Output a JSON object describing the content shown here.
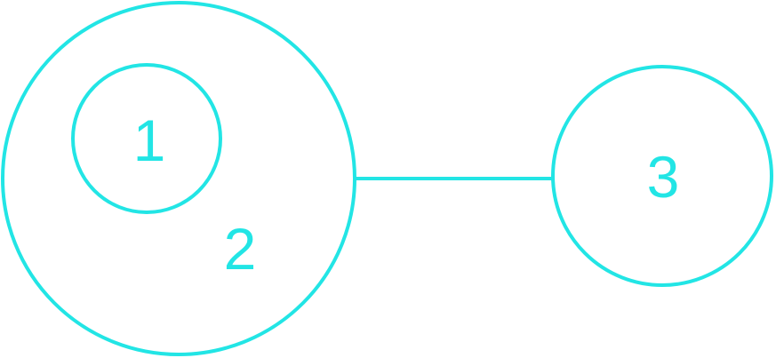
{
  "colors": {
    "stroke": "#22e5e5",
    "text": "#22e5e5",
    "background": "#ffffff"
  },
  "nodes": [
    {
      "id": "node-1",
      "label": "1"
    },
    {
      "id": "node-2",
      "label": "2"
    },
    {
      "id": "node-3",
      "label": "3"
    }
  ],
  "edges": [
    {
      "from": "node-2",
      "to": "node-3"
    }
  ]
}
